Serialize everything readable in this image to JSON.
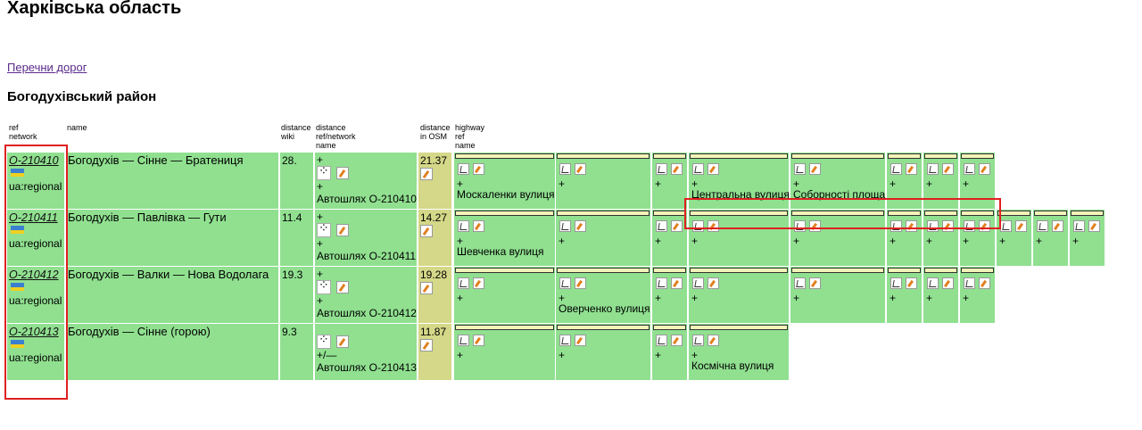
{
  "page": {
    "title": "Харківська область",
    "roads_link": "Перечни дорог",
    "district": "Богодухівський район"
  },
  "headers": {
    "ref": "ref",
    "network": "network",
    "name": "name",
    "distance_wiki_1": "distance",
    "distance_wiki_2": "wiki",
    "distance_ref_1": "distance",
    "distance_ref_2": "ref/network",
    "distance_ref_3": "name",
    "distance_osm_1": "distance",
    "distance_osm_2": "in OSM",
    "highway_1": "highway",
    "highway_2": "ref",
    "highway_3": "name"
  },
  "rows": [
    {
      "ref": "O-210410",
      "network": "ua:regional",
      "name": "Богодухів — Сінне — Братениця",
      "distance_wiki": "28.",
      "plus": "+",
      "ref_name": "Автошлях O-210410",
      "distance_osm": "21.37",
      "segments": [
        {
          "plus": "+",
          "name": "Москаленки вулиця"
        },
        {
          "plus": "+",
          "name": ""
        },
        {
          "plus": "+",
          "name": ""
        },
        {
          "plus": "+",
          "name": "Центральна вулиця"
        },
        {
          "plus": "+",
          "name": "Соборності площа"
        },
        {
          "plus": "+",
          "name": ""
        },
        {
          "plus": "+",
          "name": ""
        },
        {
          "plus": "+",
          "name": ""
        }
      ]
    },
    {
      "ref": "O-210411",
      "network": "ua:regional",
      "name": "Богодухів — Павлівка — Гути",
      "distance_wiki": "11.4",
      "plus": "+",
      "ref_name": "Автошлях O-210411",
      "distance_osm": "14.27",
      "segments": [
        {
          "plus": "+",
          "name": "Шевченка вулиця"
        },
        {
          "plus": "+",
          "name": ""
        },
        {
          "plus": "+",
          "name": ""
        },
        {
          "plus": "+",
          "name": ""
        },
        {
          "plus": "+",
          "name": ""
        },
        {
          "plus": "+",
          "name": ""
        },
        {
          "plus": "+",
          "name": ""
        },
        {
          "plus": "+",
          "name": ""
        },
        {
          "plus": "+",
          "name": ""
        },
        {
          "plus": "+",
          "name": ""
        },
        {
          "plus": "+",
          "name": ""
        }
      ]
    },
    {
      "ref": "O-210412",
      "network": "ua:regional",
      "name": "Богодухів — Валки — Нова Водолага",
      "distance_wiki": "19.3",
      "plus": "+",
      "ref_name": "Автошлях O-210412",
      "distance_osm": "19.28",
      "segments": [
        {
          "plus": "+",
          "name": ""
        },
        {
          "plus": "+",
          "name": "Оверченко вулиця"
        },
        {
          "plus": "+",
          "name": ""
        },
        {
          "plus": "+",
          "name": ""
        },
        {
          "plus": "+",
          "name": ""
        },
        {
          "plus": "+",
          "name": ""
        },
        {
          "plus": "+",
          "name": ""
        },
        {
          "plus": "+",
          "name": ""
        }
      ]
    },
    {
      "ref": "O-210413",
      "network": "ua:regional",
      "name": "Богодухів — Сінне (горою)",
      "distance_wiki": "9.3",
      "plus": "+/—",
      "ref_name": "Автошлях O-210413",
      "distance_osm": "11.87",
      "segments": [
        {
          "plus": "+",
          "name": ""
        },
        {
          "plus": "+",
          "name": ""
        },
        {
          "plus": "+",
          "name": ""
        },
        {
          "plus": "+",
          "name": "Космічна вулиця"
        }
      ]
    }
  ],
  "colors": {
    "row_green": "#90e090",
    "osm_cell": "#d4d888",
    "highlight_red": "#e02020",
    "flag_blue": "#3a7fd0",
    "flag_yellow": "#f0d020"
  }
}
